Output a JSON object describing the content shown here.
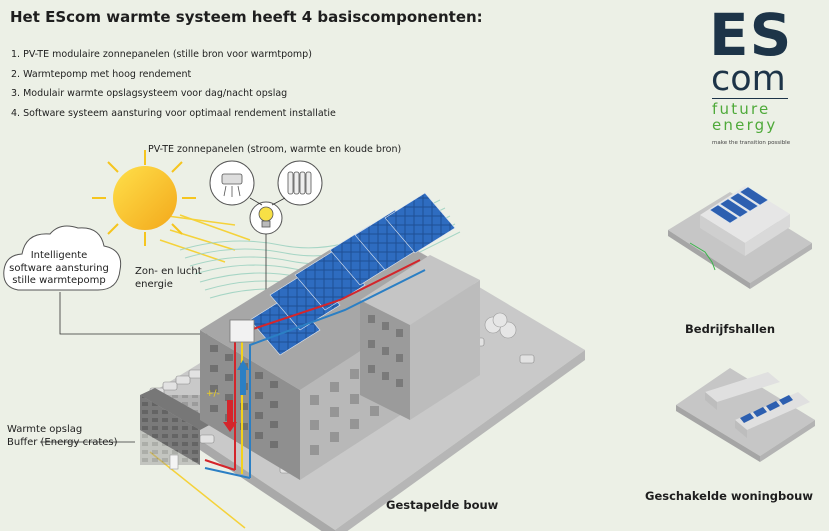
{
  "header": {
    "title": "Het EScom warmte systeem heeft 4 basiscomponenten:",
    "components": [
      "1. PV-TE modulaire zonnepanelen (stille bron voor warmtpomp)",
      "2. Warmtepomp met hoog rendement",
      "3. Modulair warmte opslagsysteem voor dag/nacht opslag",
      "4. Software systeem aansturing  voor optimaal rendement installatie"
    ]
  },
  "logo": {
    "line1": "ES",
    "line2": "com",
    "line3": "future",
    "line4": "energy",
    "tagline": "make the transition possible",
    "colors": {
      "navy": "#1d3448",
      "green": "#4faa3a"
    }
  },
  "diagram": {
    "pv_label": "PV-TE zonnepanelen (stroom, warmte en koude bron)",
    "software_label": [
      "Intelligente",
      "software aansturing",
      "stille warmtepomp"
    ],
    "zon_label": [
      "Zon- en lucht",
      "energie"
    ],
    "buffer_label": [
      "Warmte opslag",
      "Buffer (Energy crates)"
    ],
    "plus_minus": "+/-",
    "icons": [
      "sun-icon",
      "ventilator-icon",
      "radiator-icon",
      "light-bulb-icon",
      "cloud-icon"
    ],
    "pipe_colors": {
      "hot": "#d4252b",
      "cold": "#2b7fc4",
      "electric": "#f2d21b"
    }
  },
  "captions": {
    "main": "Gestapelde bouw",
    "side_top": "Bedrijfshallen",
    "side_bottom": "Geschakelde woningbouw"
  }
}
